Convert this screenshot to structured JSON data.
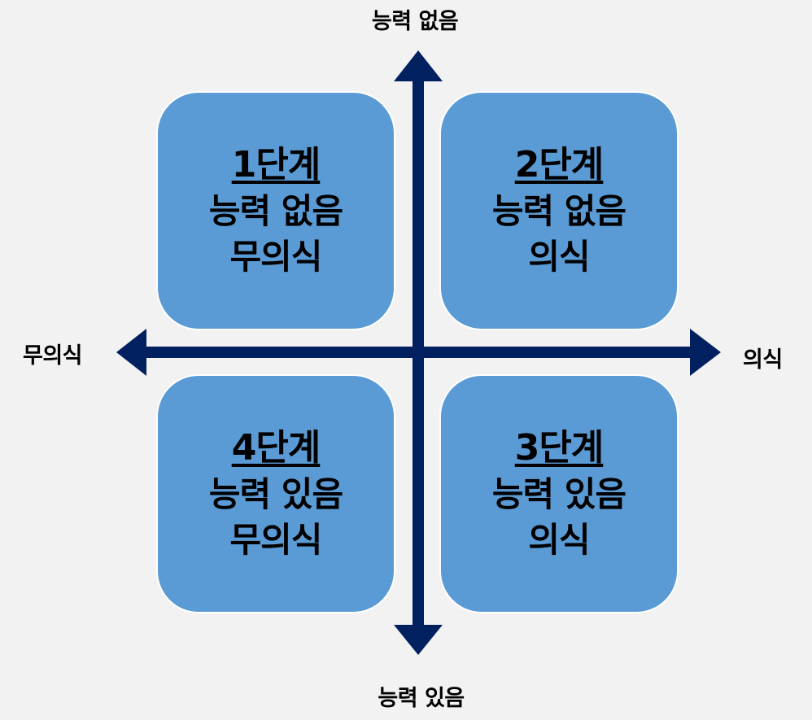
{
  "axes": {
    "top": "능력 없음",
    "bottom": "능력 있음",
    "left": "무의식",
    "right": "의식",
    "color": "#002060"
  },
  "quadrants": {
    "q1": {
      "title": "1단계",
      "line1": "능력 없음",
      "line2": "무의식"
    },
    "q2": {
      "title": "2단계",
      "line1": "능력 없음",
      "line2": "의식"
    },
    "q3": {
      "title": "3단계",
      "line1": "능력 있음",
      "line2": "의식"
    },
    "q4": {
      "title": "4단계",
      "line1": "능력 있음",
      "line2": "무의식"
    }
  },
  "colors": {
    "background": "#f2f2f2",
    "box_fill": "#5b9bd5",
    "box_border": "#ffffff",
    "arrow": "#002060"
  }
}
